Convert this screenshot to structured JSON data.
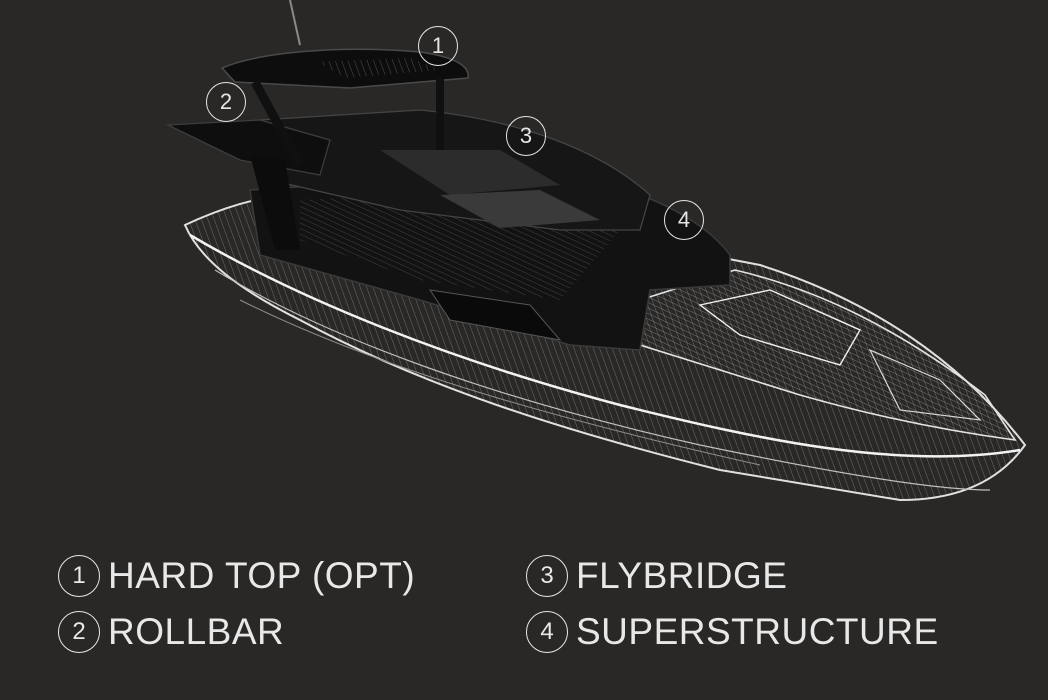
{
  "callouts": [
    {
      "number": "1"
    },
    {
      "number": "2"
    },
    {
      "number": "3"
    },
    {
      "number": "4"
    }
  ],
  "legend": [
    {
      "number": "1",
      "label": "HARD TOP (OPT)"
    },
    {
      "number": "2",
      "label": "ROLLBAR"
    },
    {
      "number": "3",
      "label": "FLYBRIDGE"
    },
    {
      "number": "4",
      "label": "SUPERSTRUCTURE"
    }
  ],
  "colors": {
    "background": "#2a2826",
    "wireframe": "#d9d9d9",
    "superstructure": "#121212"
  }
}
